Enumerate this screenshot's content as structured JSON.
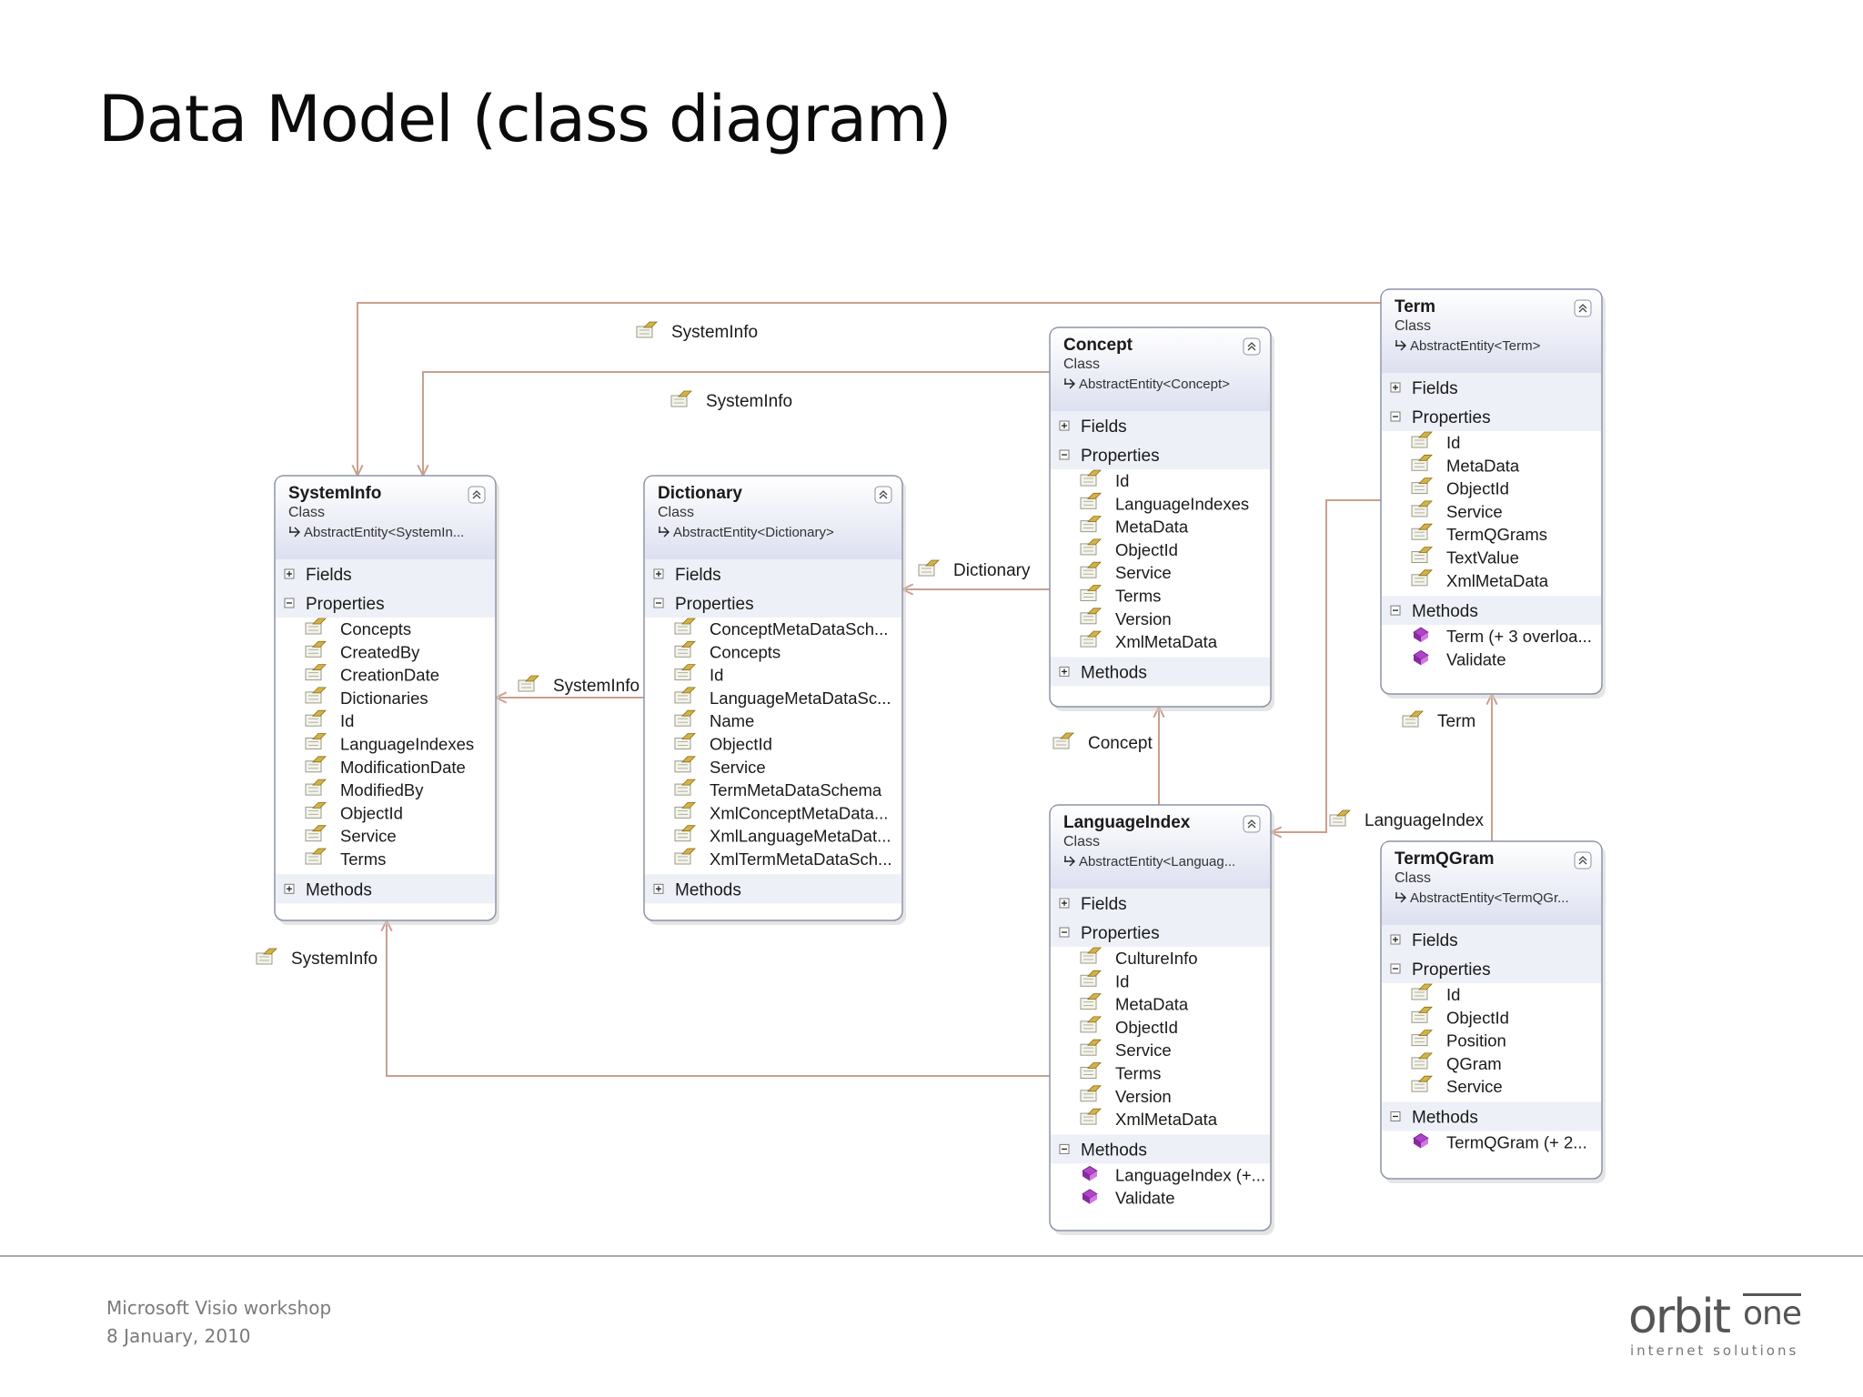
{
  "slide": {
    "title": "Data Model (class diagram)",
    "footer_line1": "Microsoft Visio workshop",
    "footer_line2": "8 January, 2010",
    "logo_main": "orbit",
    "logo_one": "one",
    "logo_sub": "internet solutions"
  },
  "colors": {
    "connector": "#c9a08e",
    "box_border": "#8c93a8",
    "header_grad_top": "#ffffff",
    "header_grad_bottom": "#dde0f0",
    "section_bg": "#eef0f8",
    "property_icon": "#d4b24a",
    "method_icon": "#b044c8"
  },
  "classes": [
    {
      "id": "systeminfo",
      "name": "SystemInfo",
      "stereotype": "Class",
      "base": "AbstractEntity<SystemIn...",
      "sections": [
        {
          "label": "Fields",
          "expanded": false,
          "items": []
        },
        {
          "label": "Properties",
          "expanded": true,
          "kind": "property",
          "items": [
            "Concepts",
            "CreatedBy",
            "CreationDate",
            "Dictionaries",
            "Id",
            "LanguageIndexes",
            "ModificationDate",
            "ModifiedBy",
            "ObjectId",
            "Service",
            "Terms"
          ]
        },
        {
          "label": "Methods",
          "expanded": false,
          "items": []
        }
      ]
    },
    {
      "id": "dictionary",
      "name": "Dictionary",
      "stereotype": "Class",
      "base": "AbstractEntity<Dictionary>",
      "sections": [
        {
          "label": "Fields",
          "expanded": false,
          "items": []
        },
        {
          "label": "Properties",
          "expanded": true,
          "kind": "property",
          "items": [
            "ConceptMetaDataSch...",
            "Concepts",
            "Id",
            "LanguageMetaDataSc...",
            "Name",
            "ObjectId",
            "Service",
            "TermMetaDataSchema",
            "XmlConceptMetaData...",
            "XmlLanguageMetaDat...",
            "XmlTermMetaDataSch..."
          ]
        },
        {
          "label": "Methods",
          "expanded": false,
          "items": []
        }
      ]
    },
    {
      "id": "concept",
      "name": "Concept",
      "stereotype": "Class",
      "base": "AbstractEntity<Concept>",
      "sections": [
        {
          "label": "Fields",
          "expanded": false,
          "items": []
        },
        {
          "label": "Properties",
          "expanded": true,
          "kind": "property",
          "items": [
            "Id",
            "LanguageIndexes",
            "MetaData",
            "ObjectId",
            "Service",
            "Terms",
            "Version",
            "XmlMetaData"
          ]
        },
        {
          "label": "Methods",
          "expanded": false,
          "items": []
        }
      ]
    },
    {
      "id": "term",
      "name": "Term",
      "stereotype": "Class",
      "base": "AbstractEntity<Term>",
      "sections": [
        {
          "label": "Fields",
          "expanded": false,
          "items": []
        },
        {
          "label": "Properties",
          "expanded": true,
          "kind": "property",
          "items": [
            "Id",
            "MetaData",
            "ObjectId",
            "Service",
            "TermQGrams",
            "TextValue",
            "XmlMetaData"
          ]
        },
        {
          "label": "Methods",
          "expanded": true,
          "kind": "method",
          "items": [
            "Term (+ 3 overloa...",
            "Validate"
          ]
        }
      ]
    },
    {
      "id": "languageindex",
      "name": "LanguageIndex",
      "stereotype": "Class",
      "base": "AbstractEntity<Languag...",
      "sections": [
        {
          "label": "Fields",
          "expanded": false,
          "items": []
        },
        {
          "label": "Properties",
          "expanded": true,
          "kind": "property",
          "items": [
            "CultureInfo",
            "Id",
            "MetaData",
            "ObjectId",
            "Service",
            "Terms",
            "Version",
            "XmlMetaData"
          ]
        },
        {
          "label": "Methods",
          "expanded": true,
          "kind": "method",
          "items": [
            "LanguageIndex (+...",
            "Validate"
          ]
        }
      ]
    },
    {
      "id": "termqgram",
      "name": "TermQGram",
      "stereotype": "Class",
      "base": "AbstractEntity<TermQGr...",
      "sections": [
        {
          "label": "Fields",
          "expanded": false,
          "items": []
        },
        {
          "label": "Properties",
          "expanded": true,
          "kind": "property",
          "items": [
            "Id",
            "ObjectId",
            "Position",
            "QGram",
            "Service"
          ]
        },
        {
          "label": "Methods",
          "expanded": true,
          "kind": "method",
          "items": [
            "TermQGram (+ 2..."
          ]
        }
      ]
    }
  ],
  "associations": [
    {
      "id": "term-to-systeminfo",
      "from": "term",
      "to": "systeminfo",
      "label": "SystemInfo"
    },
    {
      "id": "concept-to-systeminfo",
      "from": "concept",
      "to": "systeminfo",
      "label": "SystemInfo"
    },
    {
      "id": "concept-to-dictionary",
      "from": "concept",
      "to": "dictionary",
      "label": "Dictionary"
    },
    {
      "id": "dictionary-to-systeminfo",
      "from": "dictionary",
      "to": "systeminfo",
      "label": "SystemInfo"
    },
    {
      "id": "languageindex-to-systeminfo",
      "from": "languageindex",
      "to": "systeminfo",
      "label": "SystemInfo"
    },
    {
      "id": "languageindex-to-concept",
      "from": "languageindex",
      "to": "concept",
      "label": "Concept"
    },
    {
      "id": "term-to-languageindex",
      "from": "term",
      "to": "languageindex",
      "label": "LanguageIndex"
    },
    {
      "id": "termqgram-to-term",
      "from": "termqgram",
      "to": "term",
      "label": "Term"
    }
  ]
}
